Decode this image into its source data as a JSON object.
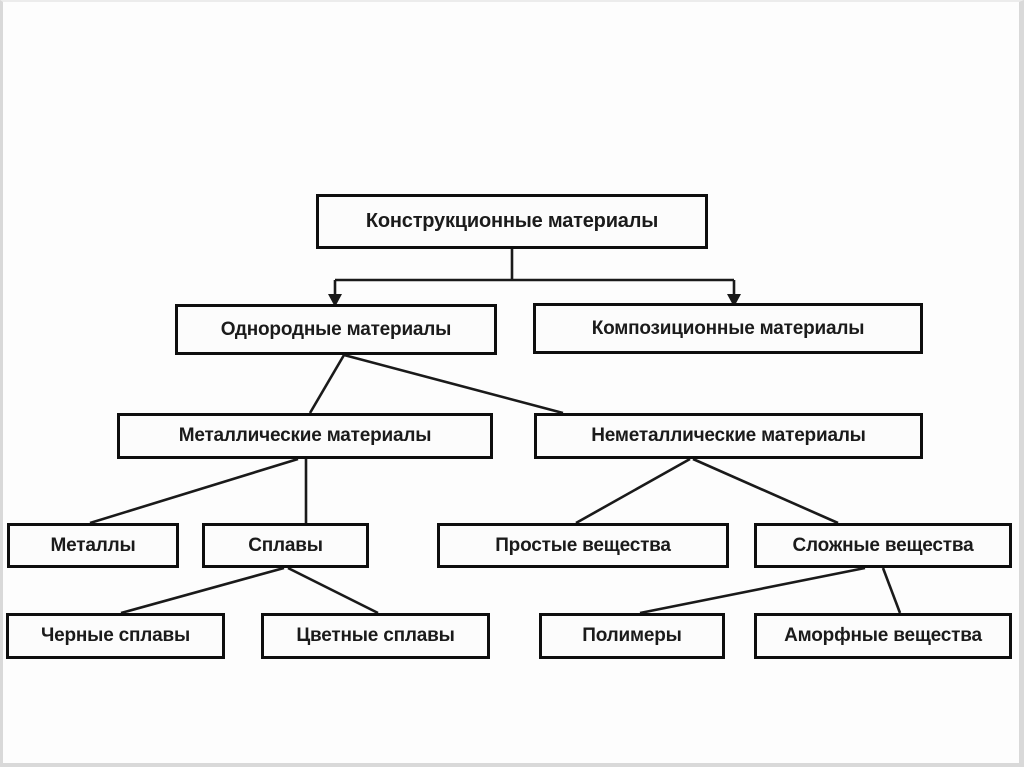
{
  "diagram": {
    "type": "tree",
    "language": "ru",
    "nodes": {
      "root": {
        "label": "Конструкционные материалы",
        "level": 1
      },
      "odnorodnye": {
        "label": "Однородные материалы",
        "level": 2
      },
      "kompozitsionnye": {
        "label": "Композиционные материалы",
        "level": 2
      },
      "metallicheskie": {
        "label": "Металлические материалы",
        "level": 3
      },
      "nemetallicheskie": {
        "label": "Неметаллические материалы",
        "level": 3
      },
      "metally": {
        "label": "Металлы",
        "level": 4
      },
      "splavy": {
        "label": "Сплавы",
        "level": 4
      },
      "prostye": {
        "label": "Простые вещества",
        "level": 4
      },
      "slozhnye": {
        "label": "Сложные вещества",
        "level": 4
      },
      "chernye": {
        "label": "Черные сплавы",
        "level": 5
      },
      "tsvetnye": {
        "label": "Цветные сплавы",
        "level": 5
      },
      "polimery": {
        "label": "Полимеры",
        "level": 5
      },
      "amorfnye": {
        "label": "Аморфные вещества",
        "level": 5
      }
    },
    "edges": [
      {
        "from": "root",
        "to": "odnorodnye",
        "arrow": true
      },
      {
        "from": "root",
        "to": "kompozitsionnye",
        "arrow": true
      },
      {
        "from": "odnorodnye",
        "to": "metallicheskie",
        "arrow": false
      },
      {
        "from": "odnorodnye",
        "to": "nemetallicheskie",
        "arrow": false
      },
      {
        "from": "metallicheskie",
        "to": "metally",
        "arrow": false
      },
      {
        "from": "metallicheskie",
        "to": "splavy",
        "arrow": false
      },
      {
        "from": "nemetallicheskie",
        "to": "prostye",
        "arrow": false
      },
      {
        "from": "nemetallicheskie",
        "to": "slozhnye",
        "arrow": false
      },
      {
        "from": "splavy",
        "to": "chernye",
        "arrow": false
      },
      {
        "from": "splavy",
        "to": "tsvetnye",
        "arrow": false
      },
      {
        "from": "slozhnye",
        "to": "polimery",
        "arrow": false
      },
      {
        "from": "slozhnye",
        "to": "amorfnye",
        "arrow": false
      }
    ],
    "colors": {
      "background": "#fdfdfd",
      "frame": "#d9d9d9",
      "box_border": "#0e0e0e",
      "box_fill": "#fcfcfc",
      "text": "#1b1b1b",
      "line": "#1a1a1a"
    }
  }
}
